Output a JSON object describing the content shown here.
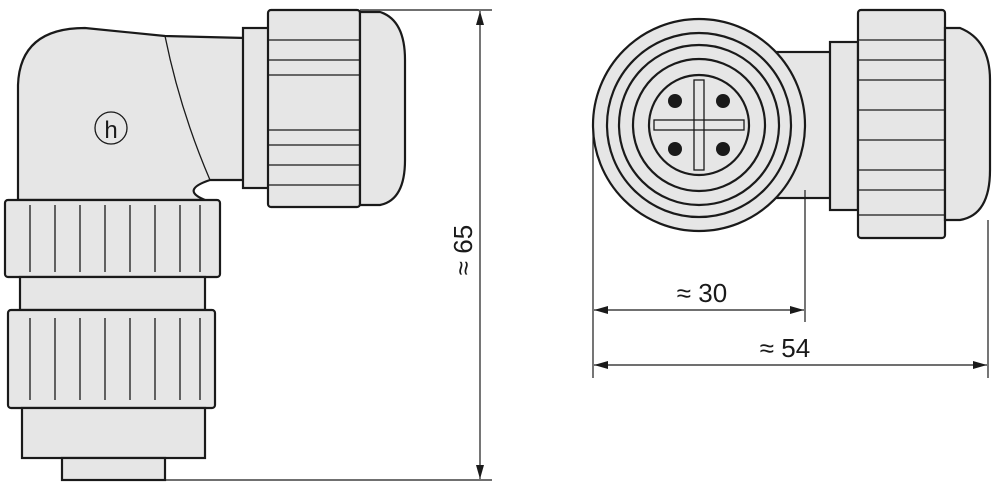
{
  "logo": {
    "letter": "h"
  },
  "dimensions": {
    "height_label": "≈ 65",
    "width_inner_label": "≈ 30",
    "width_total_label": "≈ 54"
  },
  "colors": {
    "line": "#1a1a1a",
    "fill": "#e6e6e6",
    "background": "#ffffff"
  }
}
